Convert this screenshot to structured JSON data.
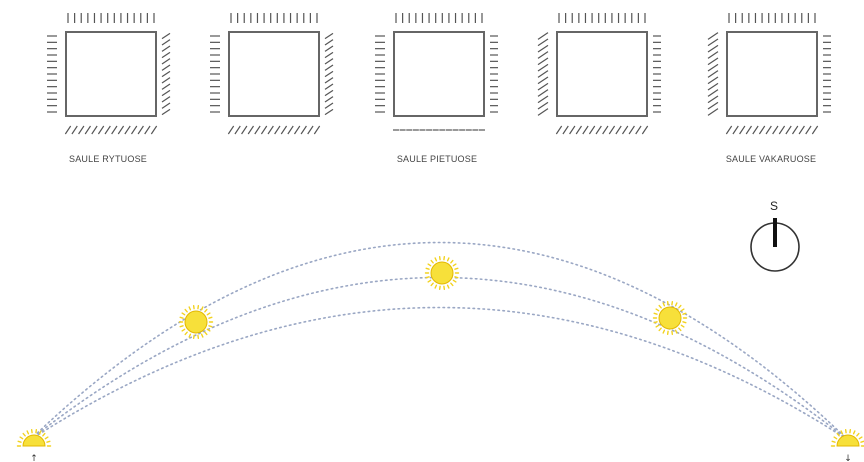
{
  "panels": [
    {
      "id": "panel-1",
      "north": "vertical",
      "east": "slant",
      "south": "slant",
      "west": "horizontal"
    },
    {
      "id": "panel-2",
      "north": "vertical",
      "east": "slant",
      "south": "slant",
      "west": "horizontal"
    },
    {
      "id": "panel-3",
      "north": "vertical",
      "east": "horizontal",
      "south": "horizontal",
      "west": "horizontal"
    },
    {
      "id": "panel-4",
      "north": "vertical",
      "east": "horizontal",
      "south": "slant",
      "west": "slant"
    },
    {
      "id": "panel-5",
      "north": "vertical",
      "east": "horizontal",
      "south": "slant",
      "west": "slant"
    }
  ],
  "labels": {
    "east": "SAULE RYTUOSE",
    "south": "SAULE PIETUOSE",
    "west": "SAULE VAKARUOSE"
  },
  "compass": {
    "letter": "S"
  },
  "sun": {
    "fill": "#f7e03a",
    "stroke": "#e3b800",
    "ray_color": "#f2d21e"
  },
  "colors": {
    "line": "#555555",
    "path": "#9aa7c4",
    "frame": "#666666"
  },
  "arrows": {
    "rise": "↑",
    "set": "↓"
  }
}
